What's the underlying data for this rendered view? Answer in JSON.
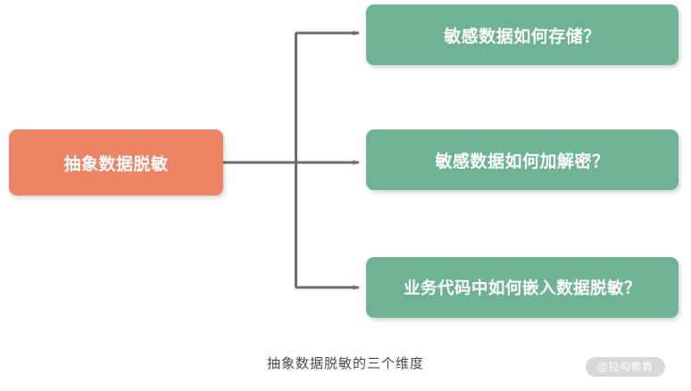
{
  "diagram": {
    "background_color": "#ffffff",
    "caption": "抽象数据脱敏的三个维度",
    "root": {
      "label": "抽象数据脱敏",
      "color": "#ee8464",
      "text_color": "#ffffff"
    },
    "branch_color": "#6eb494",
    "connector_color": "#6e6e6e",
    "branches": [
      {
        "label": "敏感数据如何存储？"
      },
      {
        "label": "敏感数据如何加解密？"
      },
      {
        "label": "业务代码中如何嵌入数据脱敏？"
      }
    ]
  },
  "watermark": {
    "text": "@拉勾教育",
    "background_color": "#d8d8d8",
    "text_color": "#ffffff"
  }
}
